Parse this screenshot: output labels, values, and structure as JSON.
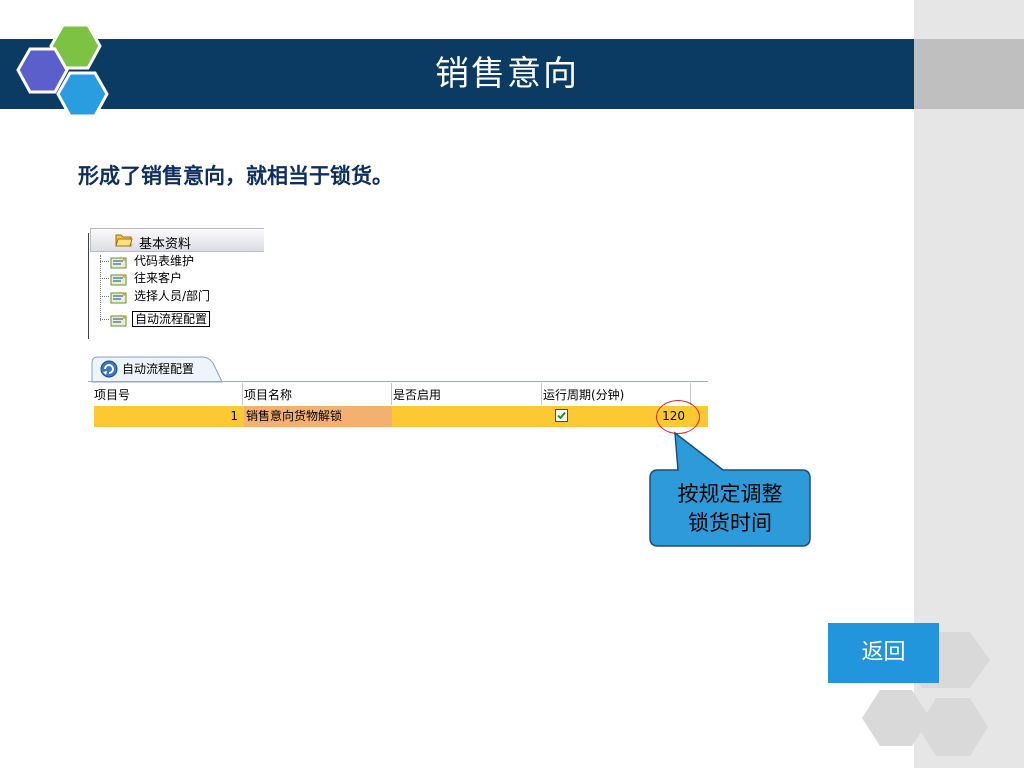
{
  "slide": {
    "title": "销售意向",
    "subtitle": "形成了销售意向，就相当于锁货。",
    "back_label": "返回"
  },
  "tree": {
    "header_label": "基本资料",
    "items": [
      {
        "label": "代码表维护",
        "selected": false
      },
      {
        "label": "往来客户",
        "selected": false
      },
      {
        "label": "选择人员/部门",
        "selected": false
      },
      {
        "label": "自动流程配置",
        "selected": true
      }
    ]
  },
  "grid": {
    "tab_label": "自动流程配置",
    "columns": [
      "项目号",
      "项目名称",
      "是否启用",
      "运行周期(分钟)"
    ],
    "rows": [
      {
        "id": "1",
        "name": "销售意向货物解锁",
        "enabled": "✔",
        "period": "120"
      }
    ]
  },
  "callout": {
    "line1": "按规定调整",
    "line2": "锁货时间"
  },
  "colors": {
    "title_bar": "#0b3a63",
    "row_highlight": "#fdc933",
    "name_cell": "#f4b070",
    "callout_fill": "#2d9ad9",
    "back_button": "#2196dd",
    "circle": "#e0262b"
  }
}
